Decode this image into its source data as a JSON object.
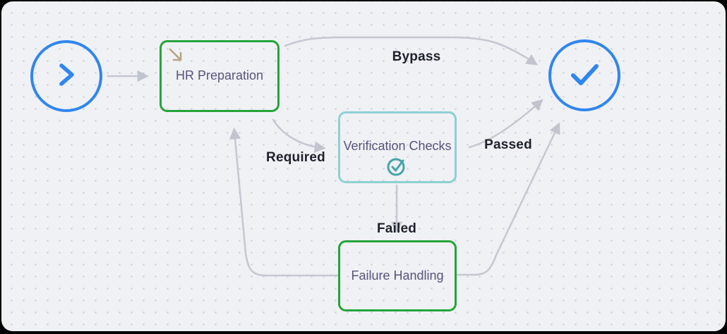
{
  "canvas": {
    "kind": "workflow-diagram",
    "background": "#f0f1f5",
    "dot_color": "#d2d3da"
  },
  "colors": {
    "node_blue": "#2f86ef",
    "node_green": "#24a43a",
    "node_teal_border": "#8ed0d2",
    "teal_icon": "#46a3a9",
    "tan_icon": "#b9a484",
    "edge_gray": "#c5c7d1",
    "node_text": "#55557a",
    "edge_label_text": "#1d212b"
  },
  "nodes": {
    "start": {
      "icon": "chevron-right-icon"
    },
    "hr_preparation": {
      "label": "HR Preparation",
      "icon": "arrow-down-right-icon"
    },
    "verification_checks": {
      "label": "Verification Checks",
      "icon": "check-circle-icon"
    },
    "failure_handling": {
      "label": "Failure Handling"
    },
    "end": {
      "icon": "checkmark-icon"
    }
  },
  "edge_labels": {
    "bypass": "Bypass",
    "required": "Required",
    "passed": "Passed",
    "failed": "Failed"
  }
}
